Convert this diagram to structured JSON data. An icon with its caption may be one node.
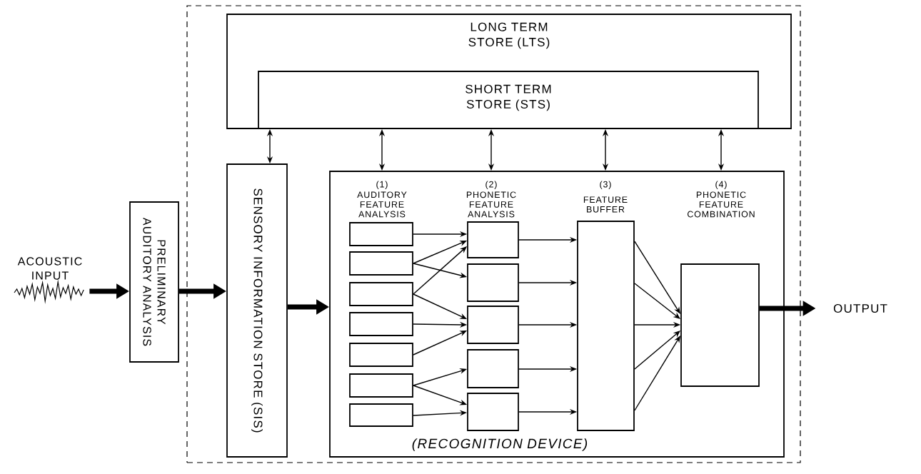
{
  "diagram": {
    "nodes": [
      {
        "text": [],
        "shape": "box"
      },
      {
        "text": [
          "LONG TERM STORE (LTS)"
        ],
        "in": 0
      },
      {
        "text": [
          "SHORT TERM STORE (STS)"
        ],
        "in": 1
      },
      {
        "text": [
          "ACOUSTIC INPUT"
        ]
      },
      {
        "text": [
          "PRELIMINARY AUDITORY ANALYSIS"
        ]
      },
      {
        "text": [
          "SENSORY INFORMATION STORE (SIS)"
        ],
        "in": 0
      },
      {
        "text": [
          "(RECOGNITION DEVICE)"
        ],
        "in": 0
      },
      {
        "text": [],
        "shape": "box",
        "in": 6
      },
      {
        "text": [],
        "shape": "box",
        "in": 6
      },
      {
        "text": [],
        "shape": "box",
        "in": 6
      },
      {
        "text": [],
        "shape": "box",
        "in": 6
      },
      {
        "text": [],
        "shape": "box",
        "in": 6
      },
      {
        "text": [],
        "shape": "box",
        "in": 6
      },
      {
        "text": [],
        "shape": "box",
        "in": 6
      },
      {
        "text": [],
        "shape": "box",
        "in": 6
      },
      {
        "text": [],
        "shape": "box",
        "in": 6
      },
      {
        "text": [],
        "shape": "box",
        "in": 6
      },
      {
        "text": [],
        "shape": "box",
        "in": 6
      },
      {
        "text": [],
        "shape": "box",
        "in": 6
      },
      {
        "text": [],
        "shape": "box",
        "in": 6,
        "beside": [
          "(3)",
          "FEATURE BUFFER"
        ]
      },
      {
        "text": [],
        "shape": "box",
        "in": 6
      },
      {
        "text": [
          "OUTPUT"
        ]
      }
    ],
    "edges": [
      {
        "from": 3,
        "to": 4,
        "arrow": "to",
        "style": "thick"
      },
      {
        "from": 4,
        "to": 5,
        "arrow": "to",
        "style": "thick"
      },
      {
        "from": 5,
        "to": 6,
        "arrow": "to",
        "style": "thick"
      },
      {
        "from": 20,
        "to": 21,
        "arrow": "to",
        "style": "thick"
      },
      {
        "from": 2,
        "to": 5,
        "arrow": "both"
      },
      {
        "from": 2,
        "to": 6,
        "arrow": "both"
      },
      {
        "from": 2,
        "to": 6,
        "arrow": "both"
      },
      {
        "from": 2,
        "to": 6,
        "arrow": "both"
      },
      {
        "from": 2,
        "to": 6,
        "arrow": "both"
      },
      {
        "from": 7,
        "to": 14,
        "arrow": "to"
      },
      {
        "from": 8,
        "to": 14,
        "arrow": "to"
      },
      {
        "from": 8,
        "to": 15,
        "arrow": "to"
      },
      {
        "from": 9,
        "to": 14,
        "arrow": "to"
      },
      {
        "from": 9,
        "to": 16,
        "arrow": "to"
      },
      {
        "from": 10,
        "to": 16,
        "arrow": "to"
      },
      {
        "from": 11,
        "to": 16,
        "arrow": "to"
      },
      {
        "from": 12,
        "to": 17,
        "arrow": "to"
      },
      {
        "from": 12,
        "to": 18,
        "arrow": "to"
      },
      {
        "from": 13,
        "to": 18,
        "arrow": "to"
      },
      {
        "from": 14,
        "to": 19,
        "arrow": "to"
      },
      {
        "from": 15,
        "to": 19,
        "arrow": "to"
      },
      {
        "from": 16,
        "to": 19,
        "arrow": "to"
      },
      {
        "from": 17,
        "to": 19,
        "arrow": "to"
      },
      {
        "from": 18,
        "to": 19,
        "arrow": "to"
      },
      {
        "from": 19,
        "to": 20,
        "arrow": "to"
      },
      {
        "from": 19,
        "to": 20,
        "arrow": "to"
      },
      {
        "from": 19,
        "to": 20,
        "arrow": "to"
      },
      {
        "from": 19,
        "to": 20,
        "arrow": "to"
      },
      {
        "from": 19,
        "to": 20,
        "arrow": "to"
      }
    ],
    "labels": [
      "(1)",
      "AUDITORY FEATURE ANALYSIS",
      "(2)",
      "PHONETIC FEATURE ANALYSIS",
      "(4)",
      "PHONETIC FEATURE COMBINATION"
    ]
  }
}
